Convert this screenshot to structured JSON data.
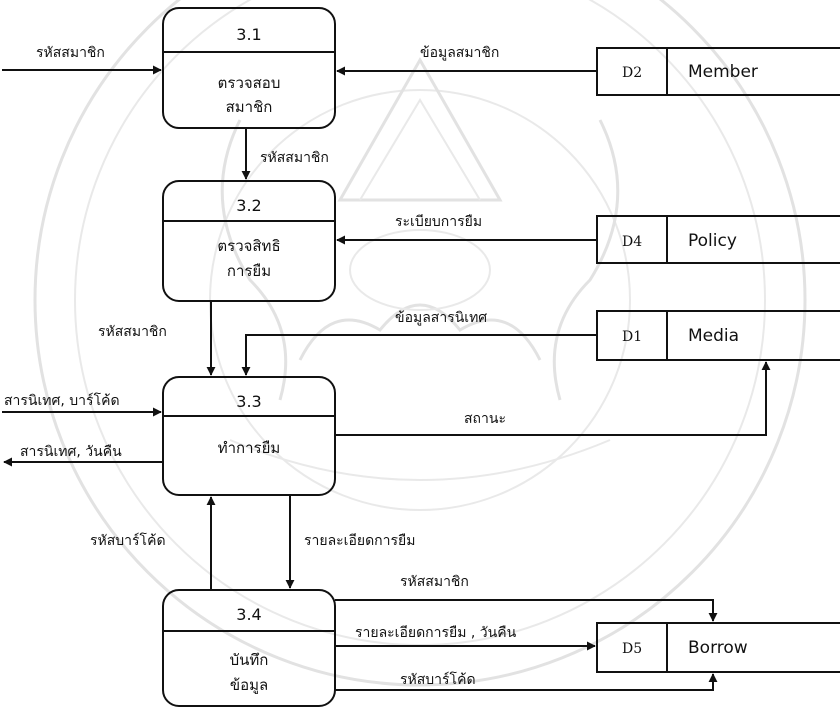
{
  "processes": [
    {
      "id": "3.1",
      "name_lines": [
        "ตรวจสอบ",
        "สมาชิก"
      ]
    },
    {
      "id": "3.2",
      "name_lines": [
        "ตรวจสิทธิ",
        "การยืม"
      ]
    },
    {
      "id": "3.3",
      "name_lines": [
        "ทำการยืม"
      ]
    },
    {
      "id": "3.4",
      "name_lines": [
        "บันทึก",
        "ข้อมูล"
      ]
    }
  ],
  "datastores": [
    {
      "id": "D2",
      "name": "Member"
    },
    {
      "id": "D4",
      "name": "Policy"
    },
    {
      "id": "D1",
      "name": "Media"
    },
    {
      "id": "D5",
      "name": "Borrow"
    }
  ],
  "flows": {
    "in_member_code": "รหัสสมาชิก",
    "member_data": "ข้อมูลสมาชิก",
    "member_code_31_32": "รหัสสมาชิก",
    "borrow_rules": "ระเบียบการยืม",
    "member_code_32_33": "รหัสสมาชิก",
    "media_data": "ข้อมูลสารนิเทศ",
    "in_media_barcode": "สารนิเทศ, บาร์โค้ด",
    "out_media_return": "สารนิเทศ, วันคืน",
    "status": "สถานะ",
    "barcode_34_33": "รหัสบาร์โค้ด",
    "borrow_detail_33_34": "รายละเอียดการยืม",
    "member_code_34_d5": "รหัสสมาชิก",
    "borrow_detail_return_34_d5": "รายละเอียดการยืม , วันคืน",
    "barcode_34_d5": "รหัสบาร์โค้ด"
  }
}
